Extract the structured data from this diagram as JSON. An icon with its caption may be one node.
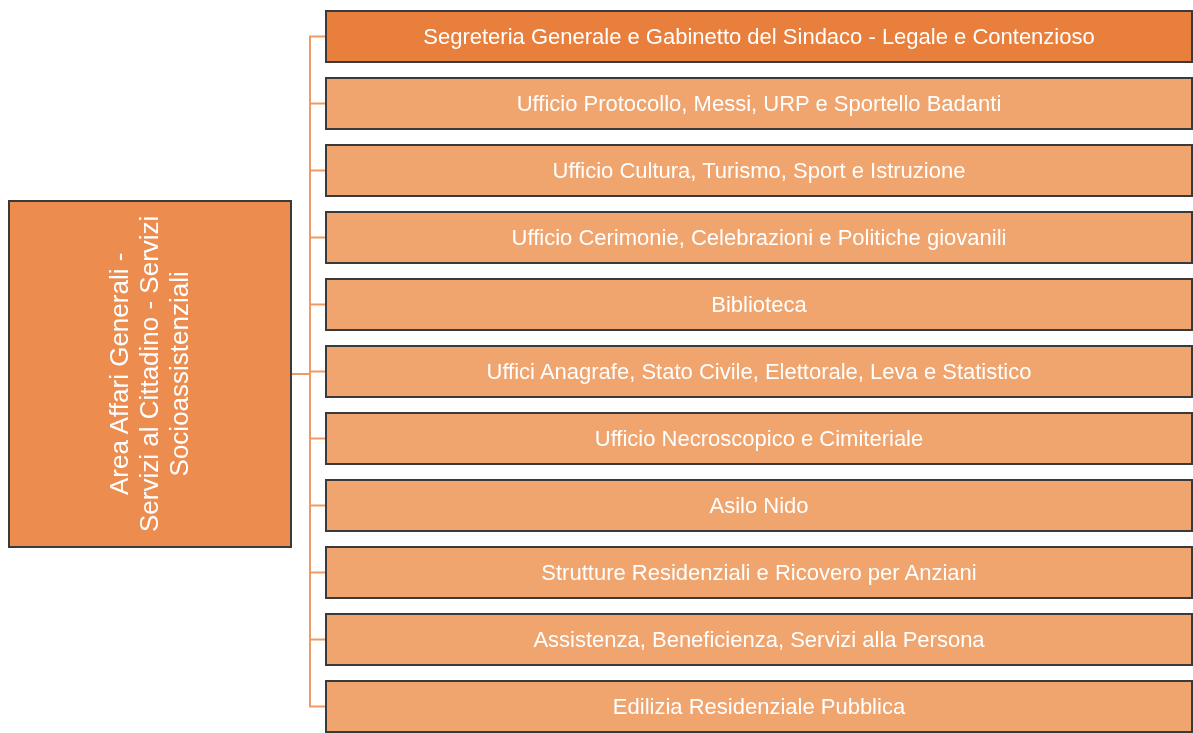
{
  "diagram": {
    "nodes": [
      {
        "text": [
          "Area Affari Generali - Servizi al Cittadino - Servizi Socioassistenziali"
        ]
      },
      {
        "text": [
          "Segreteria Generale e Gabinetto del Sindaco - Legale e Contenzioso"
        ]
      },
      {
        "text": [
          "Ufficio Protocollo, Messi, URP e Sportello Badanti"
        ]
      },
      {
        "text": [
          "Ufficio Cultura, Turismo, Sport e Istruzione"
        ]
      },
      {
        "text": [
          "Ufficio Cerimonie, Celebrazioni e Politiche giovanili"
        ]
      },
      {
        "text": [
          "Biblioteca"
        ]
      },
      {
        "text": [
          "Uffici Anagrafe, Stato Civile, Elettorale, Leva e Statistico"
        ]
      },
      {
        "text": [
          "Ufficio Necroscopico e Cimiteriale"
        ]
      },
      {
        "text": [
          "Asilo Nido"
        ]
      },
      {
        "text": [
          "Strutture Residenziali e Ricovero per Anziani"
        ]
      },
      {
        "text": [
          "Assistenza, Beneficienza, Servizi alla Persona"
        ]
      },
      {
        "text": [
          "Edilizia Residenziale Pubblica"
        ]
      }
    ],
    "edges": [
      {
        "from": 0,
        "to": 1,
        "arrow": "none"
      },
      {
        "from": 0,
        "to": 2,
        "arrow": "none"
      },
      {
        "from": 0,
        "to": 3,
        "arrow": "none"
      },
      {
        "from": 0,
        "to": 4,
        "arrow": "none"
      },
      {
        "from": 0,
        "to": 5,
        "arrow": "none"
      },
      {
        "from": 0,
        "to": 6,
        "arrow": "none"
      },
      {
        "from": 0,
        "to": 7,
        "arrow": "none"
      },
      {
        "from": 0,
        "to": 8,
        "arrow": "none"
      },
      {
        "from": 0,
        "to": 9,
        "arrow": "none"
      },
      {
        "from": 0,
        "to": 10,
        "arrow": "none"
      },
      {
        "from": 0,
        "to": 11,
        "arrow": "none"
      }
    ]
  }
}
